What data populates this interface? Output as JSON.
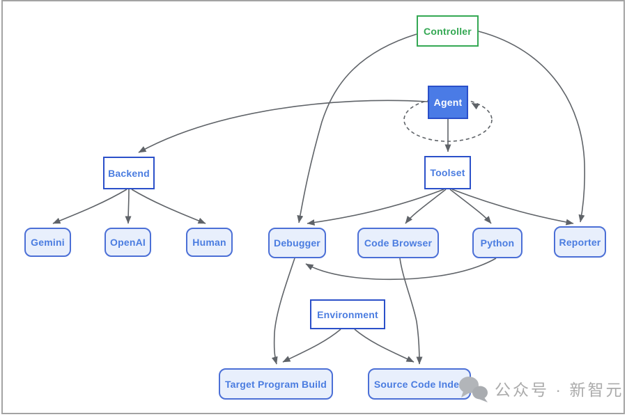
{
  "diagram": {
    "nodes": {
      "controller": {
        "label": "Controller",
        "shape": "rect",
        "color_role": "green"
      },
      "agent": {
        "label": "Agent",
        "shape": "rect-filled",
        "color_role": "blue-filled"
      },
      "backend": {
        "label": "Backend",
        "shape": "rect",
        "color_role": "blue"
      },
      "toolset": {
        "label": "Toolset",
        "shape": "rect",
        "color_role": "blue"
      },
      "gemini": {
        "label": "Gemini",
        "shape": "rounded",
        "color_role": "light-blue"
      },
      "openai": {
        "label": "OpenAI",
        "shape": "rounded",
        "color_role": "light-blue"
      },
      "human": {
        "label": "Human",
        "shape": "rounded",
        "color_role": "light-blue"
      },
      "debugger": {
        "label": "Debugger",
        "shape": "rounded",
        "color_role": "light-blue"
      },
      "code_browser": {
        "label": "Code Browser",
        "shape": "rounded",
        "color_role": "light-blue"
      },
      "python": {
        "label": "Python",
        "shape": "rounded",
        "color_role": "light-blue"
      },
      "reporter": {
        "label": "Reporter",
        "shape": "rounded",
        "color_role": "light-blue"
      },
      "environment": {
        "label": "Environment",
        "shape": "rect",
        "color_role": "blue"
      },
      "target_program_build": {
        "label": "Target Program Build",
        "shape": "rounded",
        "color_role": "light-blue"
      },
      "source_code_index": {
        "label": "Source Code Index",
        "shape": "rounded",
        "color_role": "light-blue"
      }
    },
    "edges": [
      {
        "from": "Controller",
        "to": "Debugger",
        "style": "solid-curve"
      },
      {
        "from": "Controller",
        "to": "Reporter",
        "style": "solid-curve"
      },
      {
        "from": "Agent",
        "to": "Backend",
        "style": "solid-curve"
      },
      {
        "from": "Agent",
        "to": "Toolset",
        "style": "solid-straight"
      },
      {
        "from": "Agent",
        "to": "Agent",
        "style": "dashed-self-loop"
      },
      {
        "from": "Backend",
        "to": "Gemini",
        "style": "solid-curve"
      },
      {
        "from": "Backend",
        "to": "OpenAI",
        "style": "solid-straight"
      },
      {
        "from": "Backend",
        "to": "Human",
        "style": "solid-curve"
      },
      {
        "from": "Toolset",
        "to": "Debugger",
        "style": "solid-curve"
      },
      {
        "from": "Toolset",
        "to": "Code Browser",
        "style": "solid-curve"
      },
      {
        "from": "Toolset",
        "to": "Python",
        "style": "solid-curve"
      },
      {
        "from": "Toolset",
        "to": "Reporter",
        "style": "solid-curve"
      },
      {
        "from": "Python",
        "to": "Debugger",
        "style": "solid-curve"
      },
      {
        "from": "Debugger",
        "to": "Target Program Build",
        "style": "solid-curve"
      },
      {
        "from": "Code Browser",
        "to": "Source Code Index",
        "style": "solid-curve"
      },
      {
        "from": "Environment",
        "to": "Target Program Build",
        "style": "solid-curve"
      },
      {
        "from": "Environment",
        "to": "Source Code Index",
        "style": "solid-curve"
      }
    ],
    "colors": {
      "green_accent": "#34a853",
      "blue_border": "#2b50c9",
      "blue_text": "#4a7ce0",
      "agent_fill": "#4a7be6",
      "pill_fill": "#e8effc",
      "pill_border": "#4b6fd6",
      "edge_gray": "#5f6368",
      "watermark_gray": "#ababab"
    }
  },
  "watermark": {
    "text": "公众号 · 新智元",
    "icon": "chat-bubbles-icon"
  }
}
